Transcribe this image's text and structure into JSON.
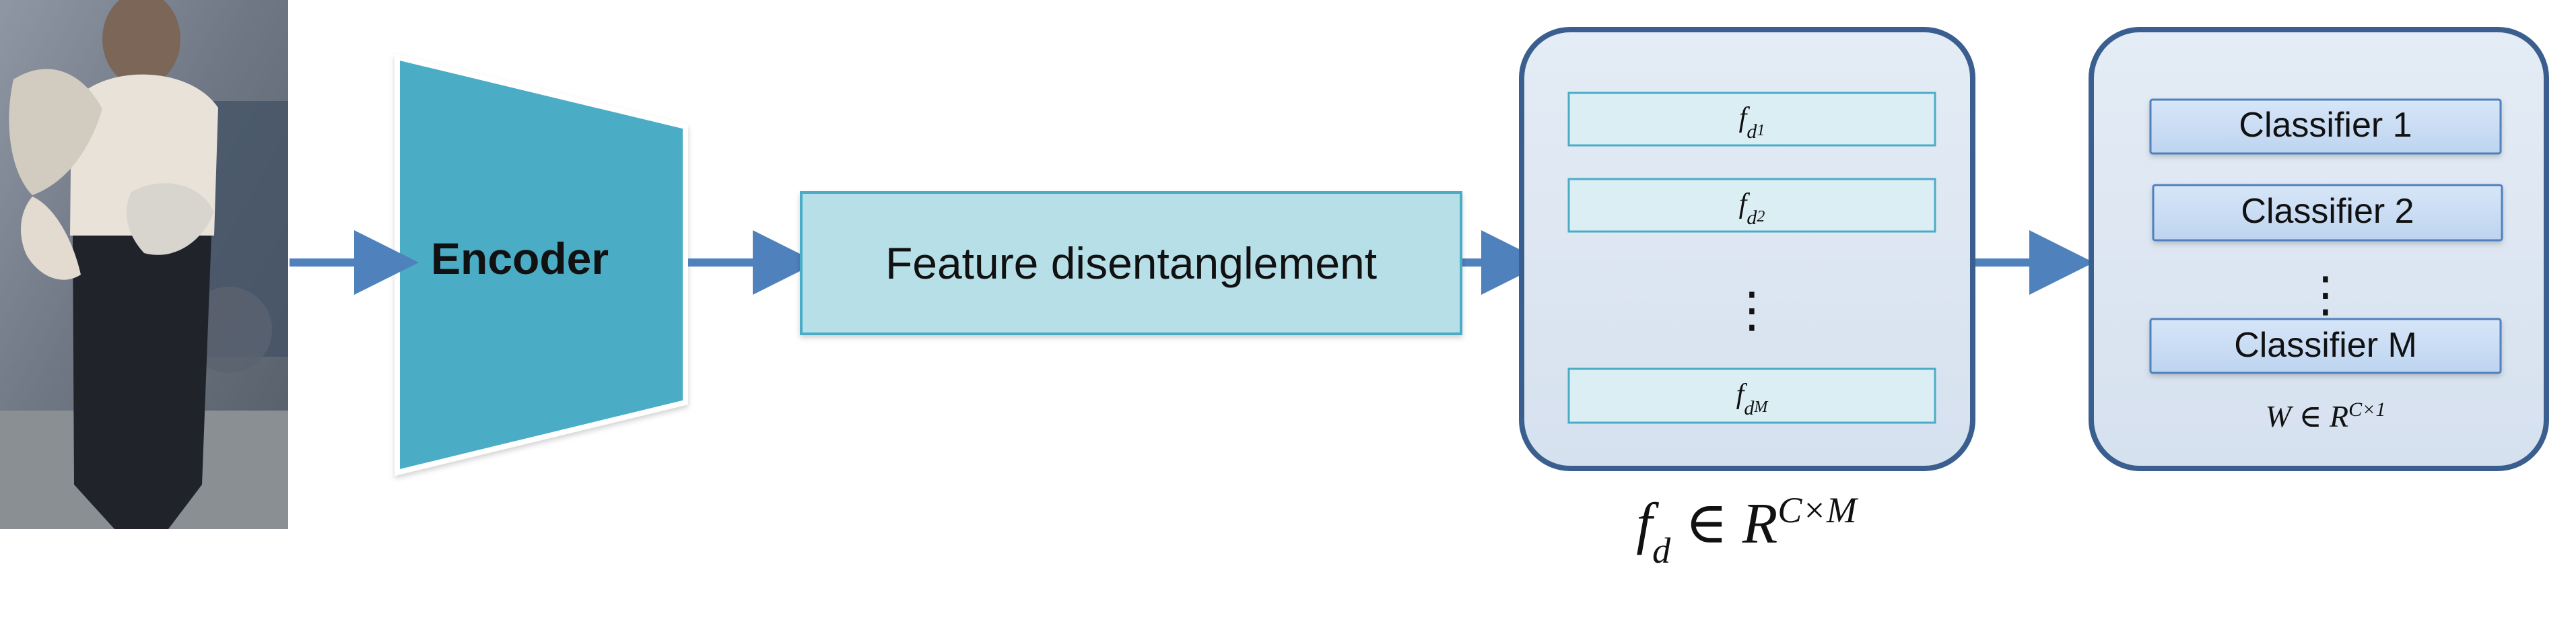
{
  "encoder": {
    "label": "Encoder"
  },
  "feature_disentanglement": {
    "label": "Feature disentanglement"
  },
  "features_panel": {
    "items": [
      {
        "base": "f",
        "sub": "d",
        "subsub": "1"
      },
      {
        "base": "f",
        "sub": "d",
        "subsub": "2"
      },
      {
        "base": "f",
        "sub": "d",
        "subsub": "M"
      }
    ],
    "ellipsis": "⋮",
    "caption": {
      "base": "f",
      "sub": "d",
      "relation": " ∈ R",
      "sup": "C×M"
    }
  },
  "classifier_panel": {
    "items": [
      {
        "label": "Classifier 1"
      },
      {
        "label": "Classifier 2"
      },
      {
        "label": "Classifier M"
      }
    ],
    "ellipsis": "⋮",
    "caption": {
      "base": "W",
      "relation": " ∈ R",
      "sup": "C×1"
    }
  },
  "colors": {
    "arrow": "#4f81bd",
    "encoder_fill": "#4bacc6",
    "feature_box_fill": "#b7dfe8",
    "feature_box_stroke": "#4bacc6",
    "panel_fill": "#dce6f2",
    "panel_stroke": "#3a5f8f",
    "inner_feature_fill": "#daeef3",
    "classifier_fill": "#c6d9f1",
    "classifier_stroke": "#4f81bd"
  }
}
